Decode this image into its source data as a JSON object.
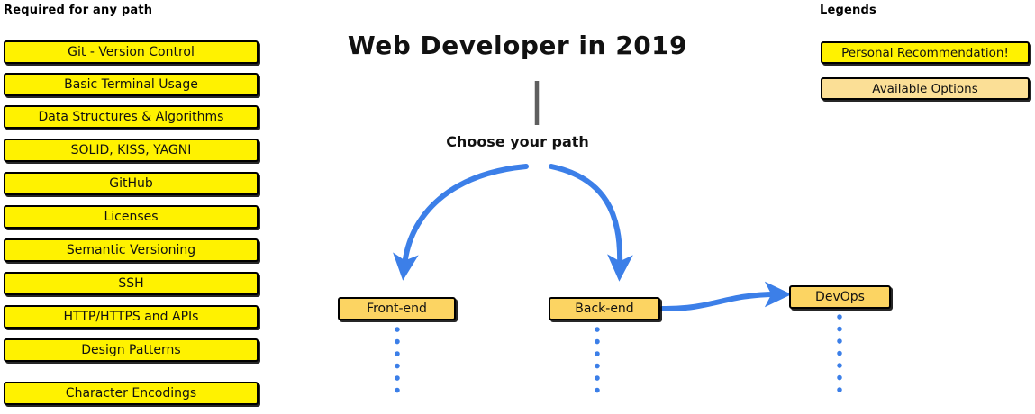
{
  "title": "Web Developer in 2019",
  "colors": {
    "recommended_fill": "#FFF200",
    "optional_fill": "#FCD462",
    "legend_optional_fill": "#FBDF96",
    "arrow_blue": "#3C7FE8",
    "stem_gray": "#5F5F5F",
    "outline": "#000000",
    "background": "#FFFFFF"
  },
  "required_section": {
    "heading": "Required for any path",
    "items": [
      {
        "label": "Git - Version Control",
        "style": "recommended"
      },
      {
        "label": "Basic Terminal Usage",
        "style": "recommended"
      },
      {
        "label": "Data Structures & Algorithms",
        "style": "recommended"
      },
      {
        "label": "SOLID, KISS, YAGNI",
        "style": "recommended"
      },
      {
        "label": "GitHub",
        "style": "recommended"
      },
      {
        "label": "Licenses",
        "style": "recommended"
      },
      {
        "label": "Semantic Versioning",
        "style": "recommended"
      },
      {
        "label": "SSH",
        "style": "recommended"
      },
      {
        "label": "HTTP/HTTPS and APIs",
        "style": "recommended"
      },
      {
        "label": "Design Patterns",
        "style": "recommended"
      },
      {
        "label": "Character Encodings",
        "style": "recommended"
      }
    ]
  },
  "legends_section": {
    "heading": "Legends",
    "items": [
      {
        "label": "Personal Recommendation!",
        "style": "recommended"
      },
      {
        "label": "Available Options",
        "style": "legend_optional"
      }
    ]
  },
  "center_flow": {
    "branch_label": "Choose your path",
    "paths": [
      {
        "label": "Front-end",
        "style": "optional"
      },
      {
        "label": "Back-end",
        "style": "optional"
      },
      {
        "label": "DevOps",
        "style": "optional"
      }
    ]
  }
}
